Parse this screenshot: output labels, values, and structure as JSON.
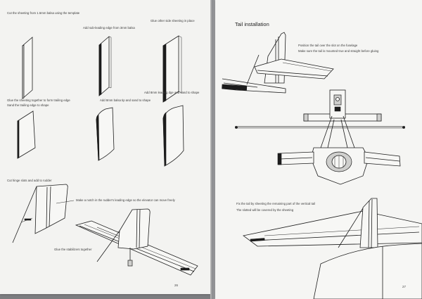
{
  "left_page": {
    "captions": {
      "cut_sheeting": "Cut the sheeting from 1.5mm balsa using the template",
      "glue_other_side": "Glue other side sheeting in place",
      "add_sub_leading": "Add sub-leading edge from 3mm balsa",
      "add_8mm_leading": "Add 8mm leading dge and sand to shape",
      "glue_sheeting_trailing": "Glue the sheeting together to form trailing edge",
      "sand_trailing": "Sand the trailing edge to shape",
      "add_8mm_balsa_tip": "Add 8mm balsa tip and sand to shape",
      "cut_hinge": "Cut hinge slots and add to rudder",
      "make_notch": "Make a notch in the rudder's leading edge so the elevator can move freely",
      "glue_stabilizers": "Glue the stabilizers together"
    },
    "page_number": "26"
  },
  "right_page": {
    "heading": "Tail installation",
    "captions": {
      "position_tail": "Position the tail over the slot on the fuselage",
      "make_sure": "Make sure the tail is mounted true and straight before gluing",
      "fix_tail": "Fix the tail by sheeting the remaining part of the vertical tail",
      "slotted_covered": "The slotted will be covered by the sheeting"
    },
    "page_number": "27"
  }
}
